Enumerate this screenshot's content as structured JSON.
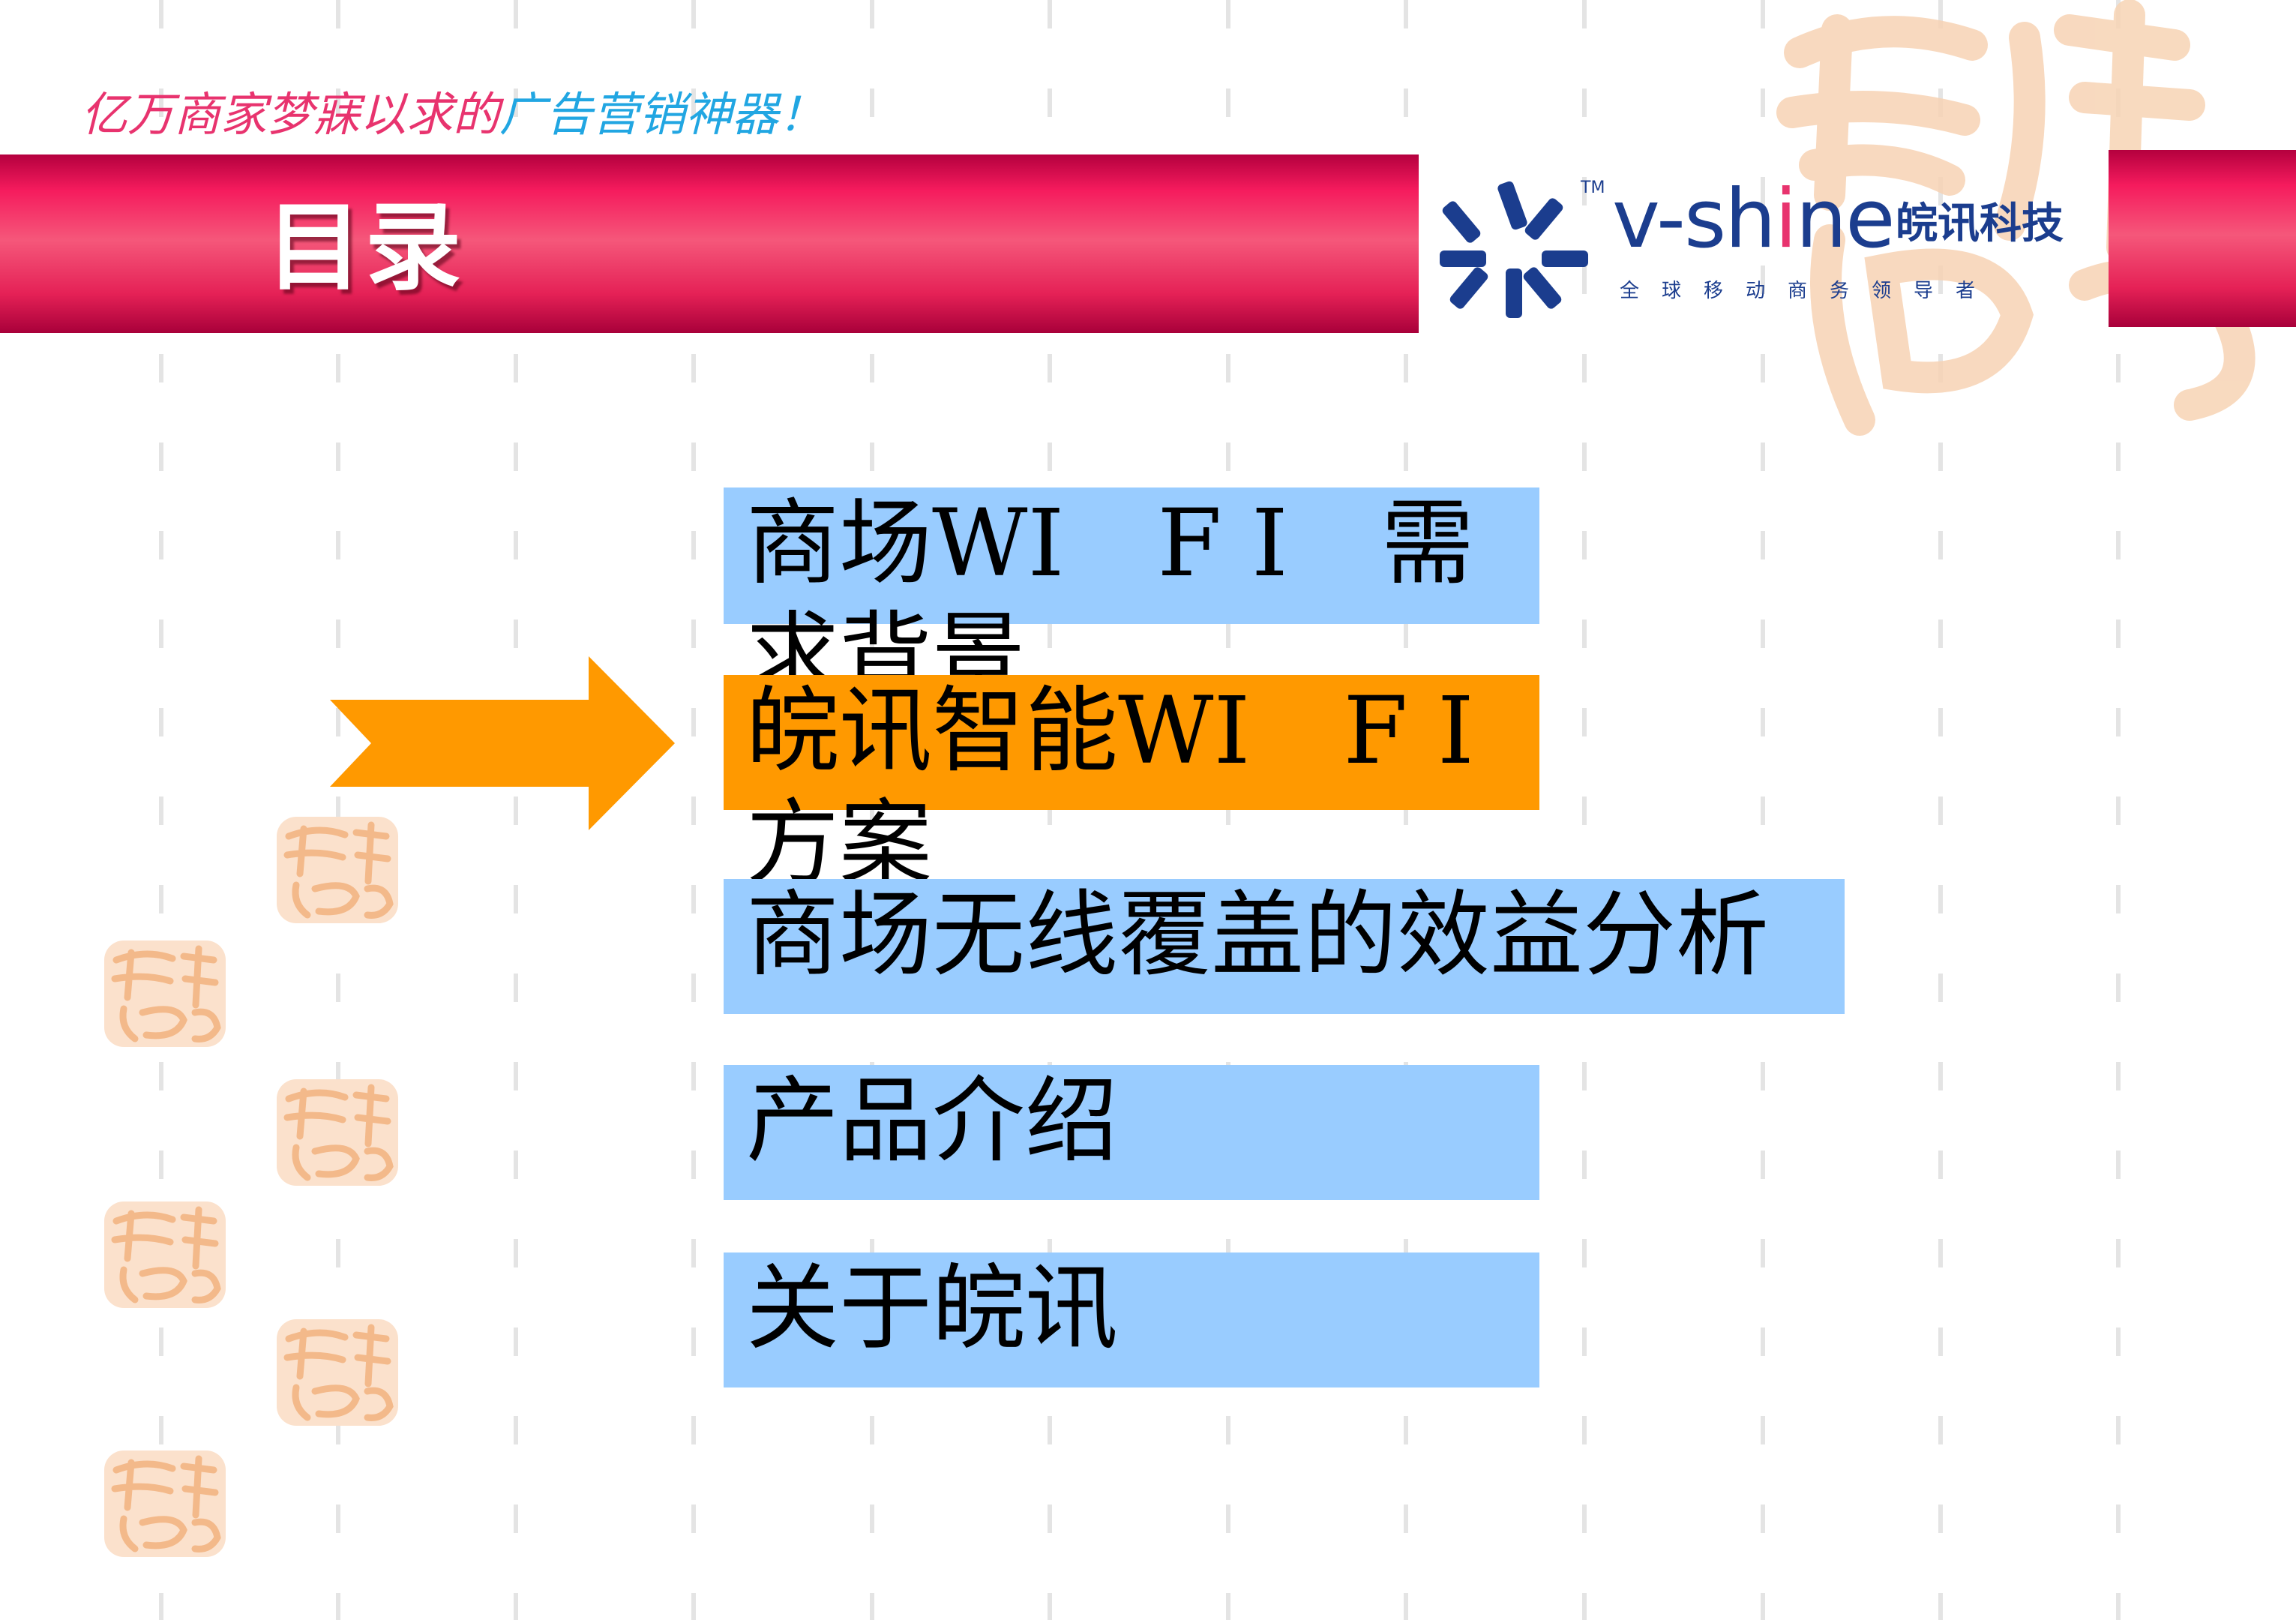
{
  "header": {
    "tagline_part1": "亿万商家梦寐以求的",
    "tagline_part2": "广告营销神器！",
    "title": "目录"
  },
  "logo": {
    "tm": "TM",
    "word_part1": "v-sh",
    "word_accent": "i",
    "word_part2": "ne",
    "company": "皖讯科技",
    "slogan": "全球移动商务领导者",
    "icon": "v-shine-star-icon"
  },
  "toc": {
    "items": [
      {
        "label": "商场WI　F I　需求背景",
        "active": false
      },
      {
        "label": "皖讯智能WI　F I　方案",
        "active": true
      },
      {
        "label": "商场无线覆盖的效益分析",
        "active": false
      },
      {
        "label": "产品介绍",
        "active": false
      },
      {
        "label": "关于皖讯",
        "active": false
      }
    ]
  },
  "colors": {
    "title_bar": "#e52156",
    "tagline_pink": "#e8336e",
    "tagline_blue": "#21a6e2",
    "item_bg": "#99ccff",
    "active_bg": "#ff9900",
    "arrow": "#ff9900",
    "logo_blue": "#1b3d8e",
    "seal_orange": "#f6c9a2"
  },
  "icons": {
    "arrow": "right-arrow-icon",
    "seal": "seal-stamp-icon"
  }
}
